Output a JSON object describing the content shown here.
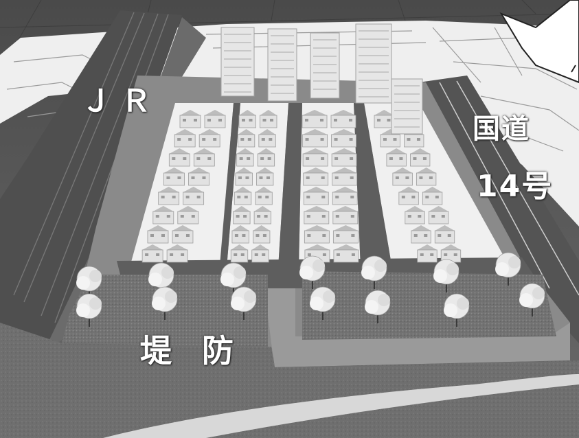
{
  "labels": {
    "railway": "ＪＲ",
    "highway_name": "国道",
    "highway_number": "14号",
    "levee": "堤防"
  },
  "colors": {
    "paper": "#f3f3f3",
    "asphalt": "#5d5d5d",
    "ground": "#7c7c7c",
    "tree": "#eeeeee",
    "label_text": "#ffffff"
  }
}
